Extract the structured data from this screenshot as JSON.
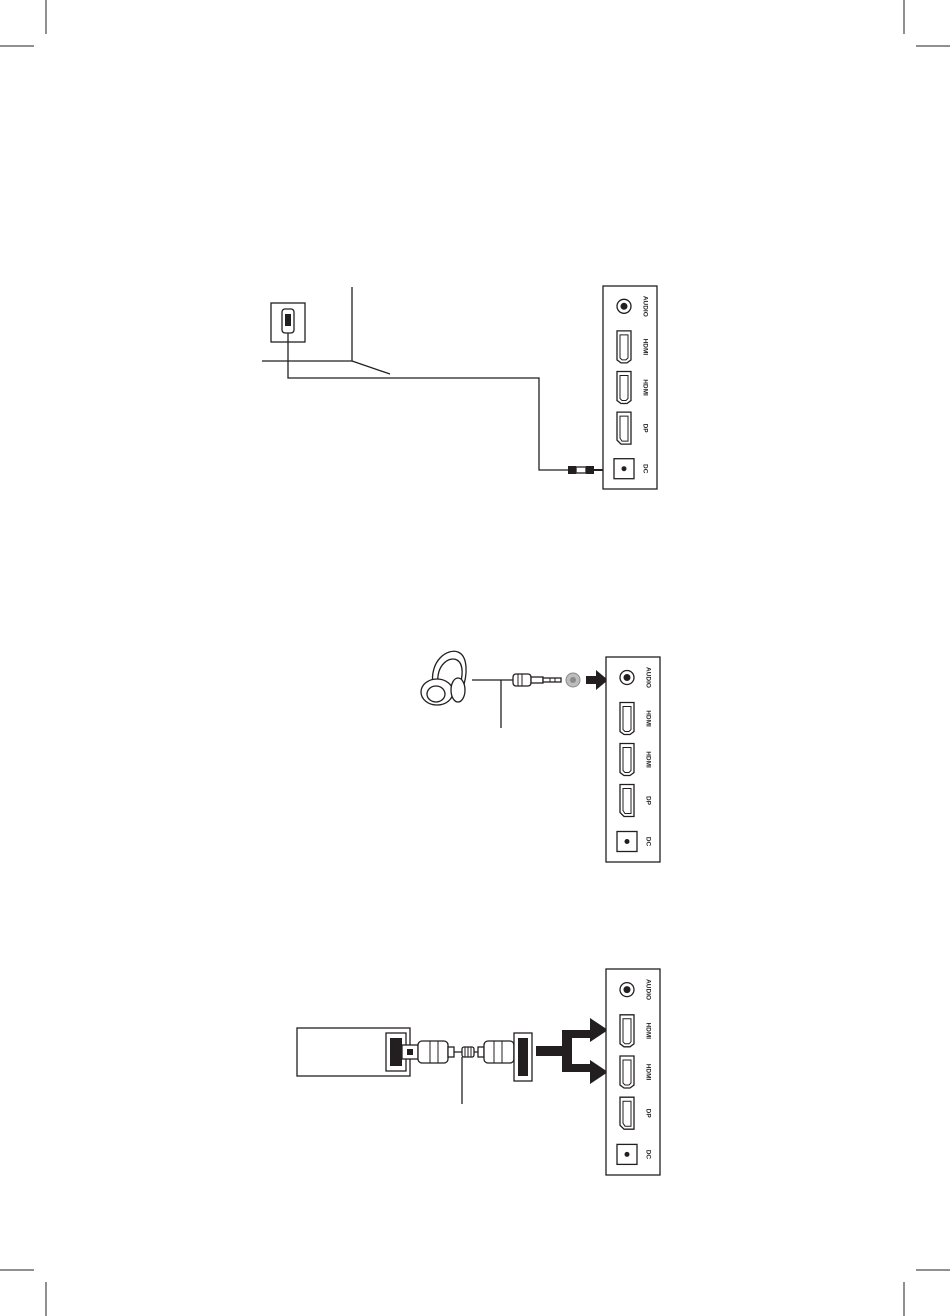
{
  "panel_ports": [
    {
      "id": "audio",
      "label": "AUDIO"
    },
    {
      "id": "hdmi1",
      "label": "HDMI"
    },
    {
      "id": "hdmi2",
      "label": "HDMI"
    },
    {
      "id": "dp",
      "label": "DP"
    },
    {
      "id": "dc",
      "label": "DC"
    }
  ]
}
